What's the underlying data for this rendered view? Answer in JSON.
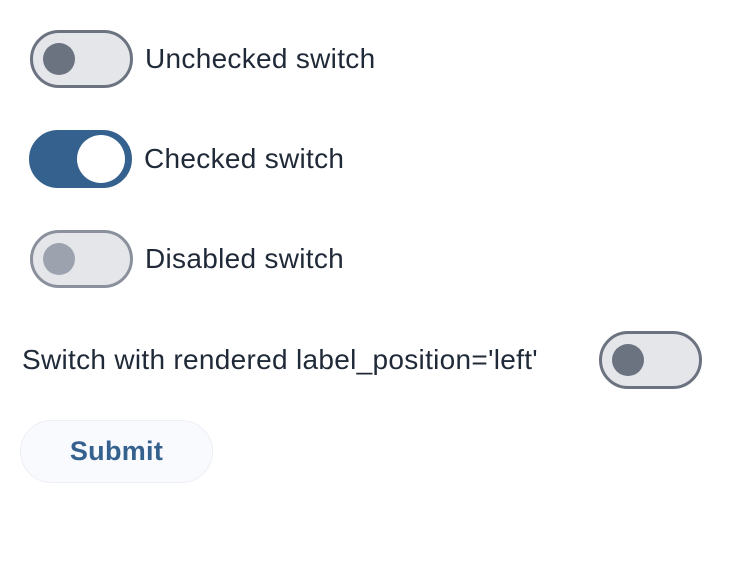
{
  "page": {
    "background": "#ffffff"
  },
  "colors": {
    "accent_blue": "#35618e",
    "track_fill": "#e5e6ea",
    "knob_gray": "#6b7280",
    "knob_disabled_gray": "#9ca3af",
    "border_gray": "#6b7280",
    "border_disabled_gray": "#8b919c",
    "label_text": "#1f2937",
    "button_bg": "#f9fafd",
    "button_text": "#35618e"
  },
  "switches": [
    {
      "label": "Unchecked switch",
      "state": "unchecked",
      "label_position": "right"
    },
    {
      "label": "Checked switch",
      "state": "checked",
      "label_position": "right"
    },
    {
      "label": "Disabled switch",
      "state": "disabled",
      "label_position": "right"
    },
    {
      "label": "Switch with rendered label_position='left'",
      "state": "unchecked",
      "label_position": "left"
    }
  ],
  "button": {
    "label": "Submit"
  }
}
